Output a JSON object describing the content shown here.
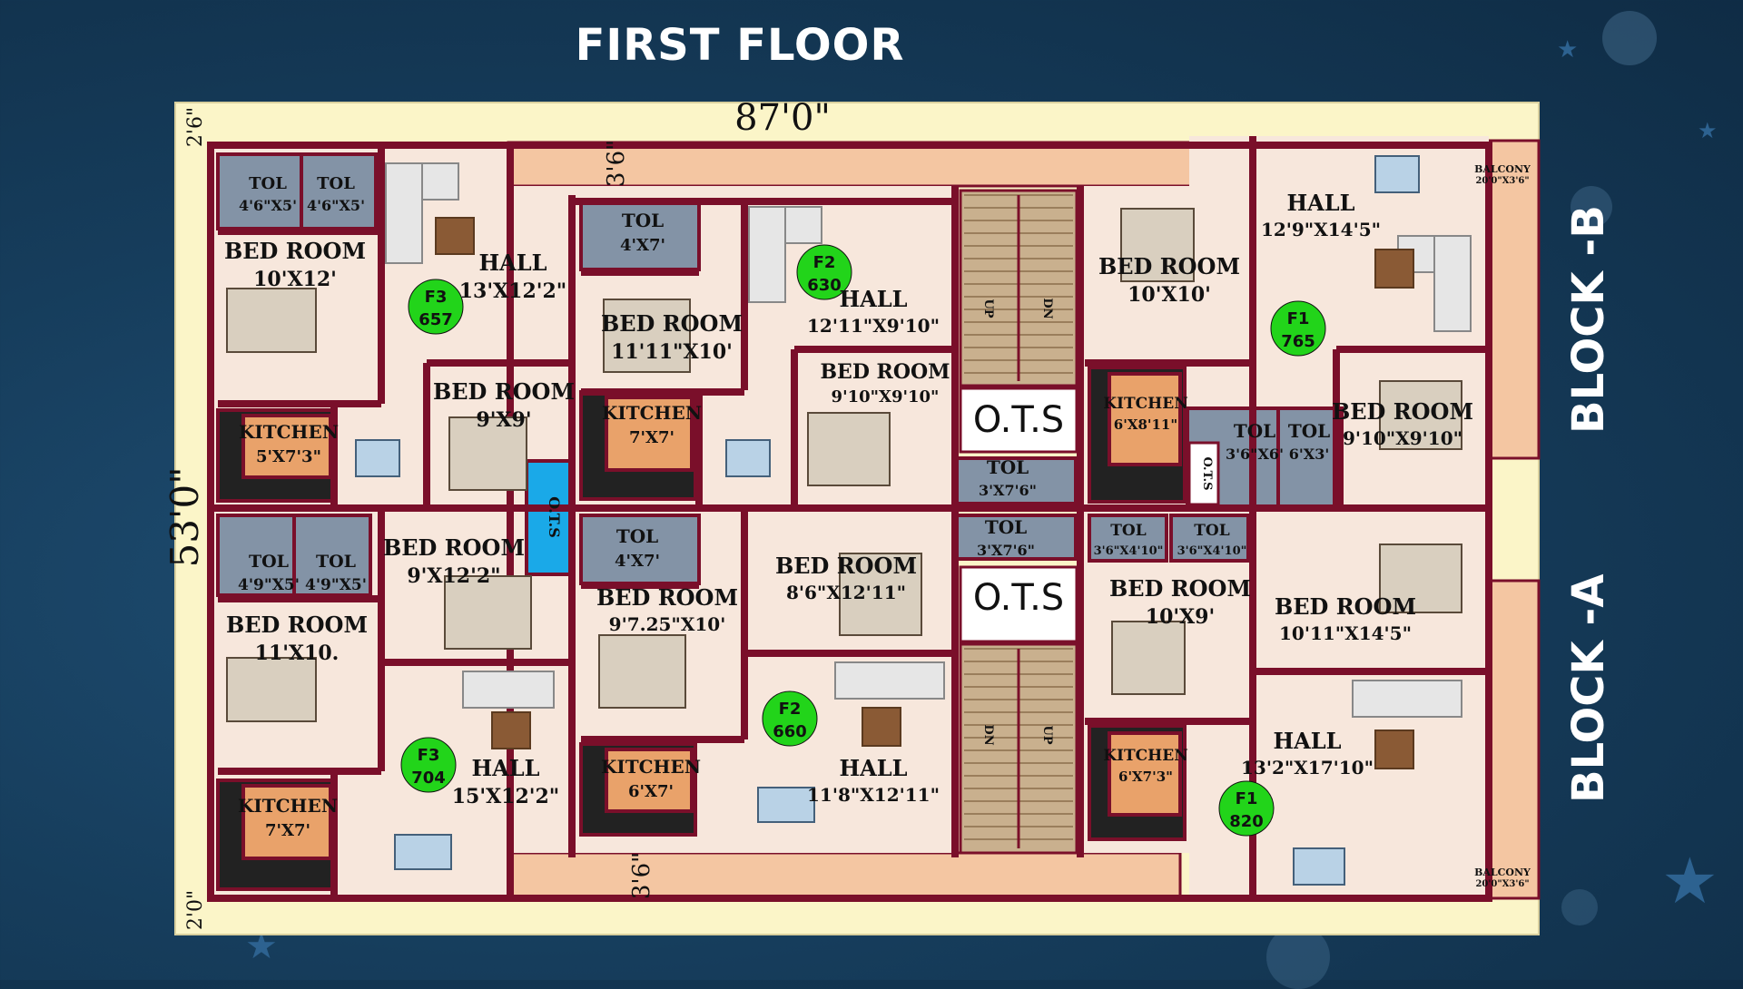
{
  "title": "FIRST FLOOR",
  "blocks": {
    "b": "BLOCK -B",
    "a": "BLOCK -A"
  },
  "dimensions": {
    "top": "87'0\"",
    "left": "53'0\"",
    "top_margin": "2'6\"",
    "bottom_margin": "2'0\"",
    "top_passage": "3'6\"",
    "bottom_passage": "3'6\""
  },
  "flats": [
    {
      "id": "F3",
      "area": "657"
    },
    {
      "id": "F2",
      "area": "630"
    },
    {
      "id": "F1",
      "area": "765"
    },
    {
      "id": "F3",
      "area": "704"
    },
    {
      "id": "F2",
      "area": "660"
    },
    {
      "id": "F1",
      "area": "820"
    }
  ],
  "rooms": {
    "tol1": {
      "name": "TOL",
      "size": "4'6\"X5'"
    },
    "tol2": {
      "name": "TOL",
      "size": "4'6\"X5'"
    },
    "bed1": {
      "name": "BED ROOM",
      "size": "10'X12'"
    },
    "hall1": {
      "name": "HALL",
      "size": "13'X12'2\""
    },
    "kit1": {
      "name": "KITCHEN",
      "size": "5'X7'3\""
    },
    "bed2": {
      "name": "BED ROOM",
      "size": "9'X9'"
    },
    "ots_v": "O.T.S",
    "tol3": {
      "name": "TOL",
      "size": "4'X7'"
    },
    "bed3": {
      "name": "BED ROOM",
      "size": "11'11\"X10'"
    },
    "hall2": {
      "name": "HALL",
      "size": "12'11\"X9'10\""
    },
    "kit2": {
      "name": "KITCHEN",
      "size": "7'X7'"
    },
    "bed4": {
      "name": "BED ROOM",
      "size": "9'10\"X9'10\""
    },
    "ots1": "O.T.S",
    "tol4": {
      "name": "TOL",
      "size": "3'X7'6\""
    },
    "ots2": "O.T.S",
    "stair_top": {
      "up": "UP",
      "dn": "DN"
    },
    "stair_bot": {
      "up": "UP",
      "dn": "DN"
    },
    "bed5": {
      "name": "BED ROOM",
      "size": "10'X10'"
    },
    "hall3": {
      "name": "HALL",
      "size": "12'9\"X14'5\""
    },
    "balcony1": {
      "name": "BALCONY",
      "size": "20'0\"X3'6\""
    },
    "kit3": {
      "name": "KITCHEN",
      "size": "6'X8'11\""
    },
    "ots_small": "O.T.S",
    "tol5": {
      "name": "TOL",
      "size": "3'6\"X6'"
    },
    "tol6": {
      "name": "TOL",
      "size": "6'X3'"
    },
    "bed6": {
      "name": "BED ROOM",
      "size": "9'10\"X9'10\""
    },
    "tol7": {
      "name": "TOL",
      "size": "4'9\"X5'"
    },
    "tol8": {
      "name": "TOL",
      "size": "4'9\"X5'"
    },
    "bed7": {
      "name": "BED ROOM",
      "size": "9'X12'2\""
    },
    "bed8": {
      "name": "BED ROOM",
      "size": "11'X10."
    },
    "hall4": {
      "name": "HALL",
      "size": "15'X12'2\""
    },
    "kit4": {
      "name": "KITCHEN",
      "size": "7'X7'"
    },
    "tol9": {
      "name": "TOL",
      "size": "4'X7'"
    },
    "bed9": {
      "name": "BED ROOM",
      "size": "9'7.25\"X10'"
    },
    "kit5": {
      "name": "KITCHEN",
      "size": "6'X7'"
    },
    "bed10": {
      "name": "BED ROOM",
      "size": "8'6\"X12'11\""
    },
    "hall5": {
      "name": "HALL",
      "size": "11'8\"X12'11\""
    },
    "tol10": {
      "name": "TOL",
      "size": "3'X7'6\""
    },
    "tol11": {
      "name": "TOL",
      "size": "3'6\"X4'10\""
    },
    "tol12": {
      "name": "TOL",
      "size": "3'6\"X4'10\""
    },
    "bed11": {
      "name": "BED ROOM",
      "size": "10'X9'"
    },
    "bed12": {
      "name": "BED ROOM",
      "size": "10'11\"X14'5\""
    },
    "hall6": {
      "name": "HALL",
      "size": "13'2\"X17'10\""
    },
    "kit6": {
      "name": "KITCHEN",
      "size": "6'X7'3\""
    },
    "balcony2": {
      "name": "BALCONY",
      "size": "20'0\"X3'6\""
    }
  },
  "colors": {
    "wall": "#7a0f2a",
    "floor": "#f7e7dc",
    "toilet": "#8393a6",
    "kitchen_counter": "#e9a26a",
    "kitchen_floor": "#222222",
    "plot": "#fbf5c8",
    "passage": "#f4c6a2",
    "flat_badge": "#22d41a",
    "ots_strip": "#1aa9e8",
    "stair": "#c9b08e"
  }
}
